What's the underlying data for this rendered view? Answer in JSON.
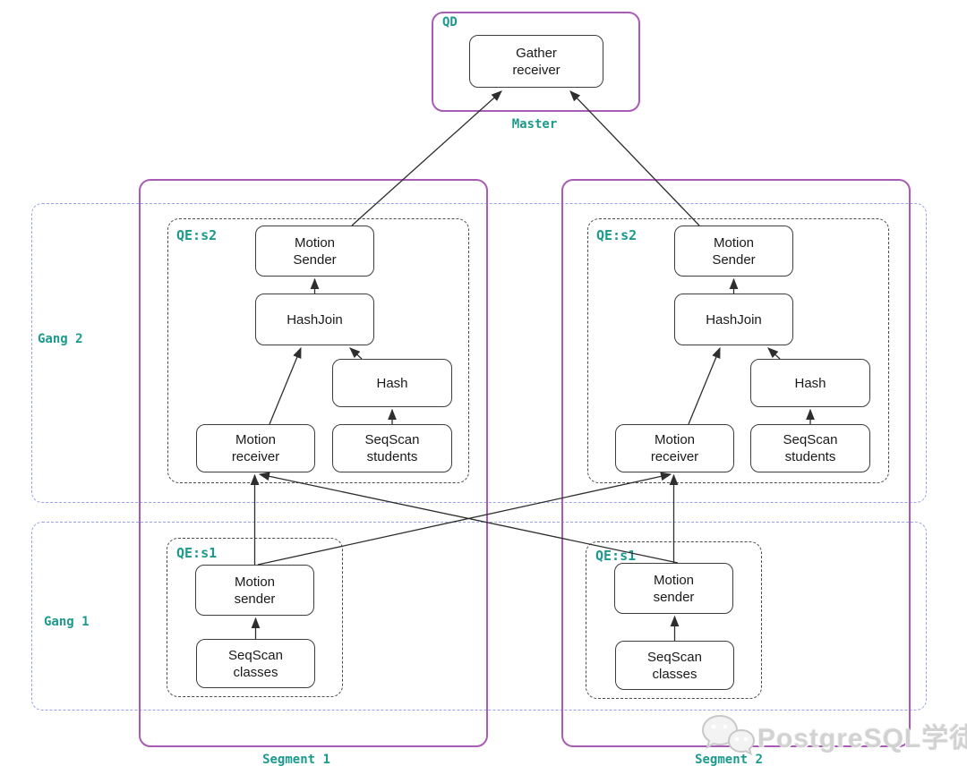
{
  "master": {
    "container_label": "QD",
    "caption": "Master",
    "gather_receiver": {
      "line1": "Gather",
      "line2": "receiver"
    }
  },
  "gangs": [
    {
      "label": "Gang 2"
    },
    {
      "label": "Gang 1"
    }
  ],
  "segments": [
    {
      "caption": "Segment 1",
      "qe_s2": {
        "label": "QE:s2",
        "motion_sender": {
          "line1": "Motion",
          "line2": "Sender"
        },
        "hashjoin": "HashJoin",
        "hash": "Hash",
        "motion_receiver": {
          "line1": "Motion",
          "line2": "receiver"
        },
        "seqscan_students": {
          "line1": "SeqScan",
          "line2": "students"
        }
      },
      "qe_s1": {
        "label": "QE:s1",
        "motion_sender": {
          "line1": "Motion",
          "line2": "sender"
        },
        "seqscan_classes": {
          "line1": "SeqScan",
          "line2": "classes"
        }
      }
    },
    {
      "caption": "Segment 2",
      "qe_s2": {
        "label": "QE:s2",
        "motion_sender": {
          "line1": "Motion",
          "line2": "Sender"
        },
        "hashjoin": "HashJoin",
        "hash": "Hash",
        "motion_receiver": {
          "line1": "Motion",
          "line2": "receiver"
        },
        "seqscan_students": {
          "line1": "SeqScan",
          "line2": "students"
        }
      },
      "qe_s1": {
        "label": "QE:s1",
        "motion_sender": {
          "line1": "Motion",
          "line2": "sender"
        },
        "seqscan_classes": {
          "line1": "SeqScan",
          "line2": "classes"
        }
      }
    }
  ],
  "watermark": {
    "text": "PostgreSQL学徒",
    "icon": "wechat-icon"
  },
  "colors": {
    "purple_border": "#a95cb5",
    "gang_blue_border": "#97a3e6",
    "label_teal": "#1b9a8d",
    "node_border": "#3d3d3d",
    "arrow": "#2e2e2e",
    "watermark_gray": "#d2d2d2"
  }
}
